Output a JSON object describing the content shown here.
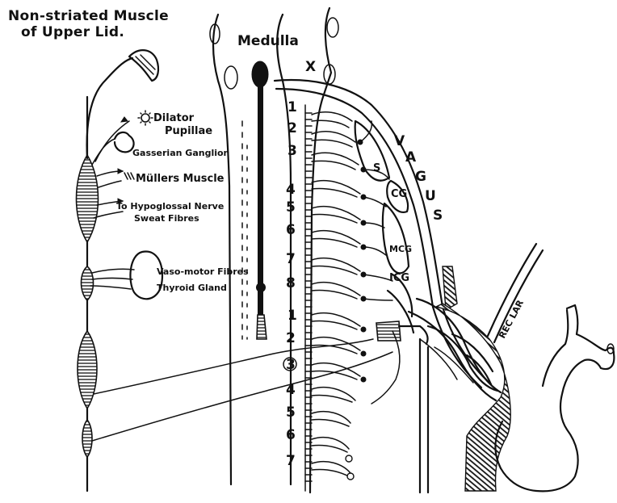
{
  "title": {
    "line1": "Non-striated Muscle",
    "line2": "of Upper Lid."
  },
  "medulla_label": "Medulla",
  "x_label": "X",
  "left_labels": {
    "dilator": "Dilator",
    "pupillae": "Pupillae",
    "gasserian": "Gasserian Ganglion",
    "mullers": "Müllers Muscle",
    "hypoglossal": "To Hypoglossal Nerve",
    "sweat": "Sweat Fibres",
    "vasomotor": "Vaso-motor Fibres",
    "thyroid": "Thyroid Gland"
  },
  "ganglion_labels": {
    "vagus": [
      "V",
      "A",
      "G",
      "U",
      "S"
    ],
    "s": "S",
    "cg": "CG",
    "mcg": "MCG",
    "icg": "ICG",
    "rec_lar": "REC LAR"
  },
  "segment_numbers": [
    "1",
    "2",
    "3",
    "4",
    "5",
    "6",
    "7",
    "8",
    "1",
    "2",
    "3",
    "4",
    "5",
    "6",
    "7"
  ],
  "colors": {
    "ink": "#111111",
    "background": "#ffffff"
  }
}
